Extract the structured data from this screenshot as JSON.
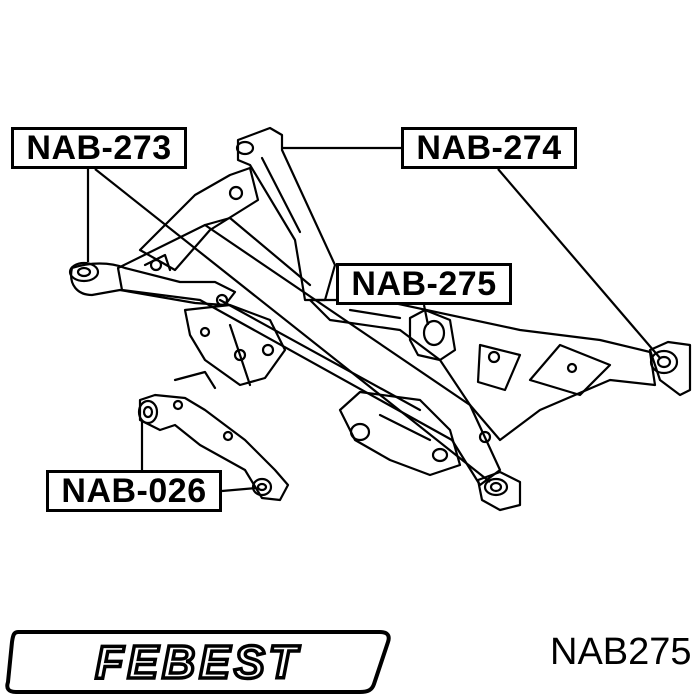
{
  "callouts": {
    "nab_273": "NAB-273",
    "nab_274": "NAB-274",
    "nab_275": "NAB-275",
    "nab_026": "NAB-026"
  },
  "brand": {
    "logo_text": "FEBEST"
  },
  "part_number": "NAB275",
  "colors": {
    "ink": "#000000",
    "background": "#ffffff"
  }
}
